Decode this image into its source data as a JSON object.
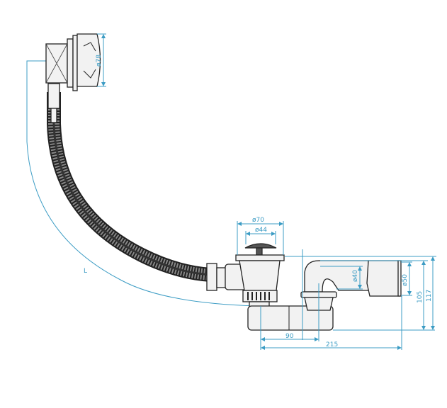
{
  "diagram": {
    "dimensions": {
      "overflow_diameter": "ø78",
      "flange_diameter": "ø70",
      "plug_diameter": "ø44",
      "outlet_inner_diameter": "ø40",
      "outlet_outer_diameter": "ø50",
      "height_outlet": "105",
      "height_total": "117",
      "offset_outlet": "90",
      "length_total": "215",
      "cable_length": "L"
    },
    "colors": {
      "dimension_lines": "#3c9cc4",
      "outline": "#222222"
    }
  }
}
